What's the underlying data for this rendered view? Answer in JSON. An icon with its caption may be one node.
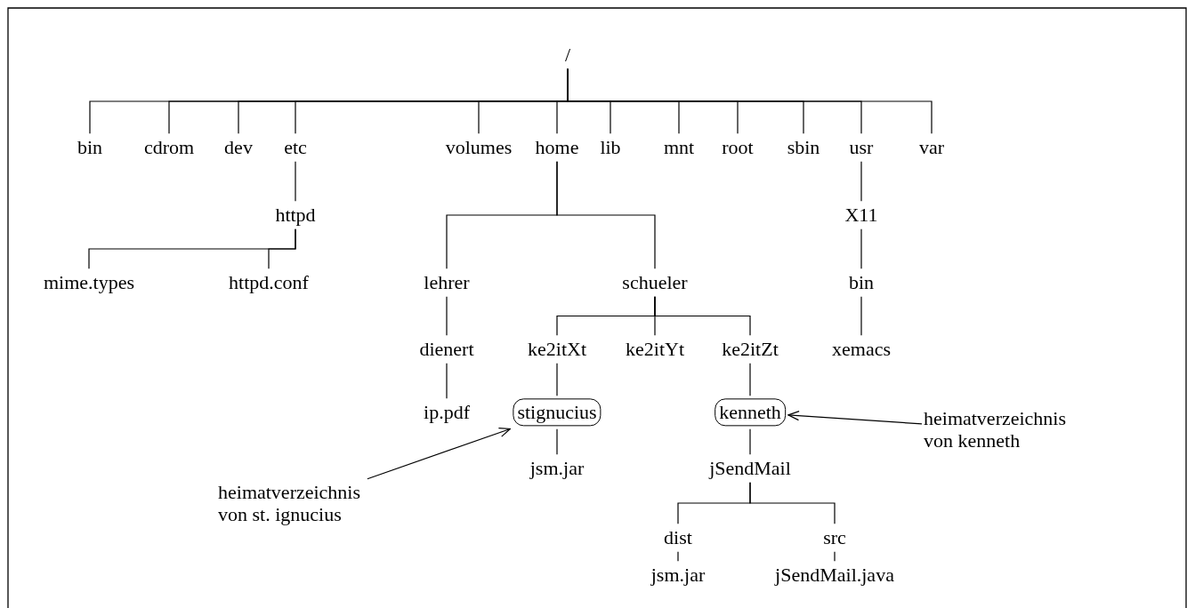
{
  "diagram": {
    "nodes": [
      {
        "text": [
          "/"
        ]
      },
      {
        "text": [
          "bin"
        ]
      },
      {
        "text": [
          "cdrom"
        ]
      },
      {
        "text": [
          "dev"
        ]
      },
      {
        "text": [
          "etc"
        ]
      },
      {
        "text": [
          "volumes"
        ]
      },
      {
        "text": [
          "home"
        ]
      },
      {
        "text": [
          "lib"
        ]
      },
      {
        "text": [
          "mnt"
        ]
      },
      {
        "text": [
          "root"
        ]
      },
      {
        "text": [
          "sbin"
        ]
      },
      {
        "text": [
          "usr"
        ]
      },
      {
        "text": [
          "var"
        ]
      },
      {
        "text": [
          "httpd"
        ]
      },
      {
        "text": [
          "mime.types"
        ]
      },
      {
        "text": [
          "httpd.conf"
        ]
      },
      {
        "text": [
          "X11"
        ]
      },
      {
        "text": [
          "lehrer"
        ]
      },
      {
        "text": [
          "schueler"
        ]
      },
      {
        "text": [
          "bin"
        ]
      },
      {
        "text": [
          "dienert"
        ]
      },
      {
        "text": [
          "ke2itXt"
        ]
      },
      {
        "text": [
          "ke2itYt"
        ]
      },
      {
        "text": [
          "ke2itZt"
        ]
      },
      {
        "text": [
          "xemacs"
        ]
      },
      {
        "text": [
          "ip.pdf"
        ]
      },
      {
        "text": [
          "stignucius"
        ]
      },
      {
        "text": [
          "kenneth"
        ]
      },
      {
        "text": [
          "jsm.jar"
        ]
      },
      {
        "text": [
          "jSendMail"
        ]
      },
      {
        "text": [
          "heimatverzeichnis von st. ignucius"
        ]
      },
      {
        "text": [
          "heimatverzeichnis von kenneth"
        ]
      },
      {
        "text": [
          "dist"
        ]
      },
      {
        "text": [
          "src"
        ]
      },
      {
        "text": [
          "jsm.jar"
        ]
      },
      {
        "text": [
          "jSendMail.java"
        ]
      }
    ],
    "edges": [
      {
        "from": 0,
        "to": 1,
        "arrow": "none"
      },
      {
        "from": 0,
        "to": 2,
        "arrow": "none"
      },
      {
        "from": 0,
        "to": 3,
        "arrow": "none"
      },
      {
        "from": 0,
        "to": 4,
        "arrow": "none"
      },
      {
        "from": 0,
        "to": 5,
        "arrow": "none"
      },
      {
        "from": 0,
        "to": 6,
        "arrow": "none"
      },
      {
        "from": 0,
        "to": 7,
        "arrow": "none"
      },
      {
        "from": 0,
        "to": 8,
        "arrow": "none"
      },
      {
        "from": 0,
        "to": 9,
        "arrow": "none"
      },
      {
        "from": 0,
        "to": 10,
        "arrow": "none"
      },
      {
        "from": 0,
        "to": 11,
        "arrow": "none"
      },
      {
        "from": 0,
        "to": 12,
        "arrow": "none"
      },
      {
        "from": 4,
        "to": 13,
        "arrow": "none"
      },
      {
        "from": 13,
        "to": 14,
        "arrow": "none"
      },
      {
        "from": 13,
        "to": 15,
        "arrow": "none"
      },
      {
        "from": 11,
        "to": 16,
        "arrow": "none"
      },
      {
        "from": 6,
        "to": 17,
        "arrow": "none"
      },
      {
        "from": 6,
        "to": 18,
        "arrow": "none"
      },
      {
        "from": 16,
        "to": 19,
        "arrow": "none"
      },
      {
        "from": 17,
        "to": 20,
        "arrow": "none"
      },
      {
        "from": 18,
        "to": 21,
        "arrow": "none"
      },
      {
        "from": 18,
        "to": 22,
        "arrow": "none"
      },
      {
        "from": 18,
        "to": 23,
        "arrow": "none"
      },
      {
        "from": 19,
        "to": 24,
        "arrow": "none"
      },
      {
        "from": 20,
        "to": 25,
        "arrow": "none"
      },
      {
        "from": 21,
        "to": 26,
        "arrow": "none"
      },
      {
        "from": 23,
        "to": 27,
        "arrow": "none"
      },
      {
        "from": 26,
        "to": 28,
        "arrow": "none"
      },
      {
        "from": 27,
        "to": 29,
        "arrow": "none"
      },
      {
        "from": 30,
        "to": 26,
        "arrow": "to"
      },
      {
        "from": 31,
        "to": 27,
        "arrow": "to"
      },
      {
        "from": 29,
        "to": 32,
        "arrow": "none"
      },
      {
        "from": 29,
        "to": 33,
        "arrow": "none"
      },
      {
        "from": 32,
        "to": 34,
        "arrow": "none"
      },
      {
        "from": 33,
        "to": 35,
        "arrow": "none"
      }
    ]
  }
}
